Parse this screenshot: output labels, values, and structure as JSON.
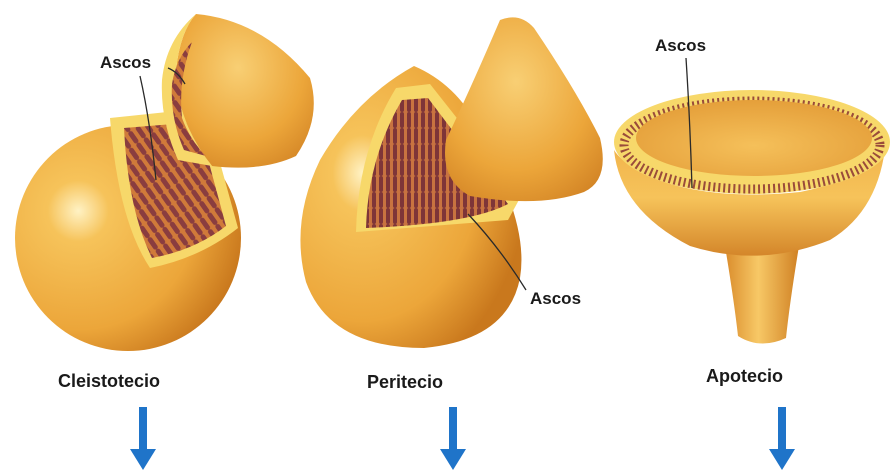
{
  "figures": [
    {
      "id": "cleistotecio",
      "name": "Cleistotecio",
      "part_label": "Ascos"
    },
    {
      "id": "peritecio",
      "name": "Peritecio",
      "part_label": "Ascos"
    },
    {
      "id": "apotecio",
      "name": "Apotecio",
      "part_label": "Ascos"
    }
  ],
  "colors": {
    "orange_light": "#f6c35a",
    "orange_mid": "#eca63a",
    "orange_dark": "#c9781d",
    "asci": "#8a3d3f",
    "inner_yellow": "#f7d86a",
    "arrow": "#1f74c9"
  },
  "icons": [
    "down-arrow-icon"
  ]
}
